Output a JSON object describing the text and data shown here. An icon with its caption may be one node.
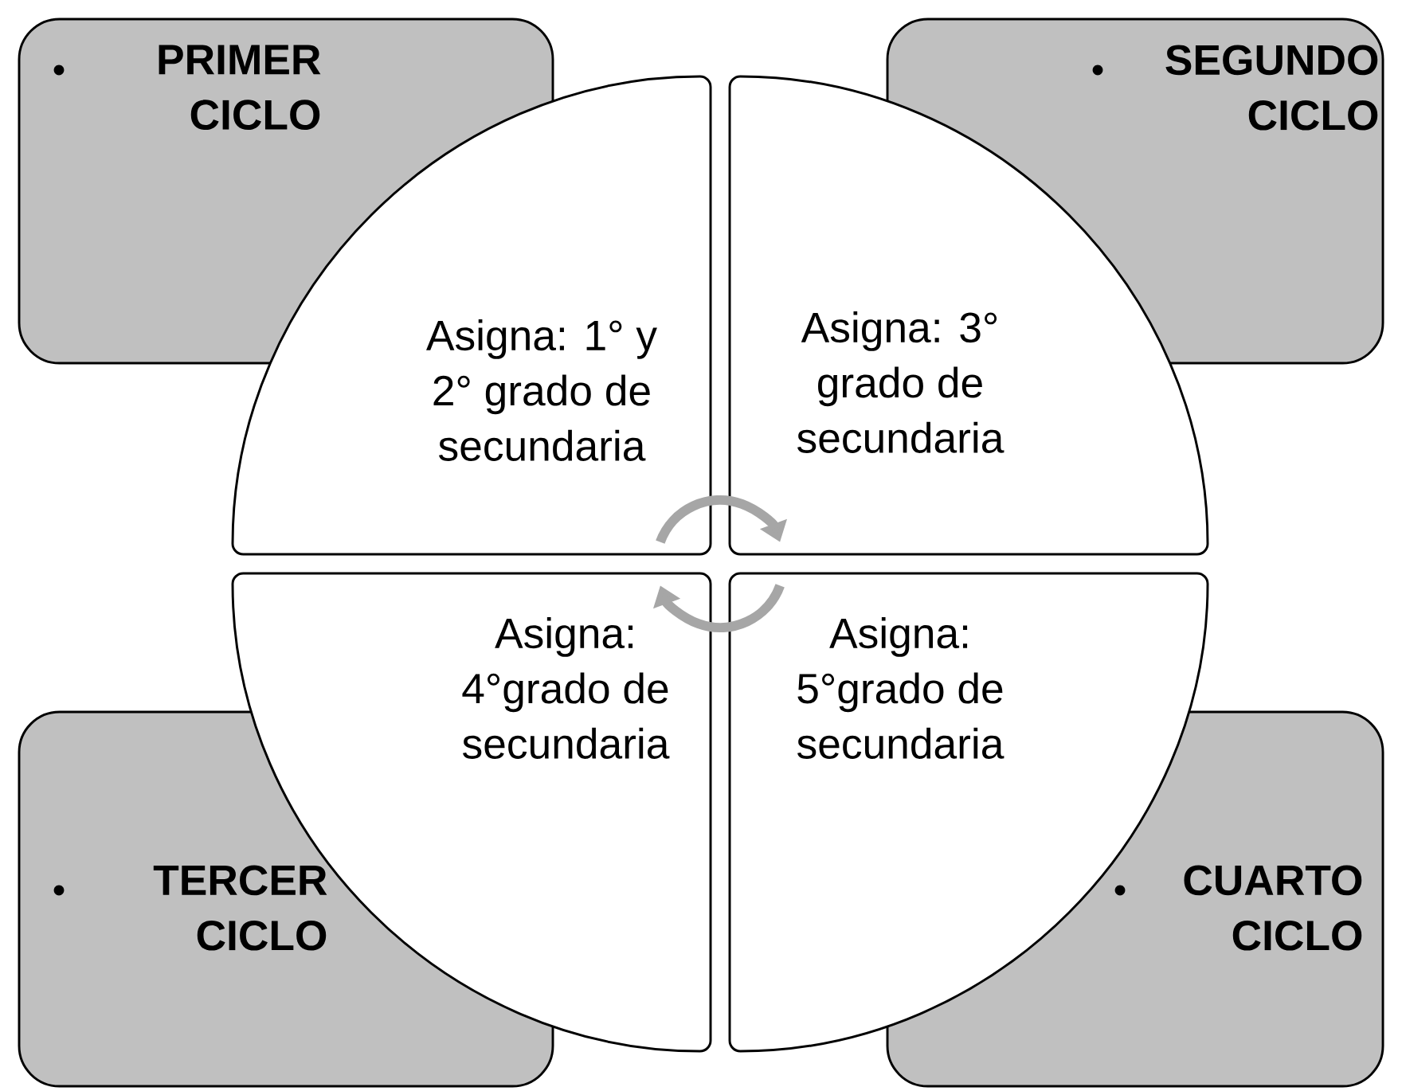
{
  "diagram": {
    "nodes": [
      {
        "text": [
          "PRIMER CICLO"
        ]
      },
      {
        "text": [
          "SEGUNDO CICLO"
        ]
      },
      {
        "text": [
          "TERCER CICLO"
        ]
      },
      {
        "text": [
          "CUARTO CICLO"
        ]
      },
      {
        "text": [
          "Asigna: 1° y 2° grado de secundaria"
        ]
      },
      {
        "text": [
          "Asigna: 3° grado de secundaria"
        ]
      },
      {
        "text": [
          "Asigna: 4°grado de secundaria"
        ]
      },
      {
        "text": [
          "Asigna: 5°grado de secundaria"
        ]
      }
    ],
    "edges": [
      {
        "from": 4,
        "to": 5,
        "arrow": "to"
      },
      {
        "from": 7,
        "to": 6,
        "arrow": "to"
      }
    ]
  }
}
